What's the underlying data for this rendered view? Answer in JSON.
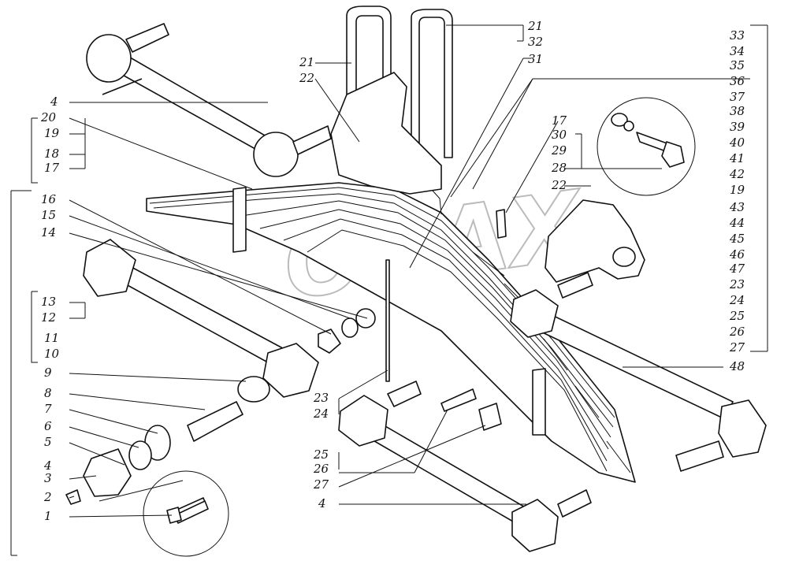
{
  "watermark": "ORAX",
  "callouts": {
    "left_top": [
      "4",
      "20",
      "19",
      "18",
      "17"
    ],
    "left_mid": [
      "16",
      "15",
      "14"
    ],
    "left_group": [
      "13",
      "12",
      "11",
      "10",
      "9",
      "8",
      "7",
      "6",
      "5",
      "4",
      "3",
      "2",
      "1"
    ],
    "center_top": [
      "21",
      "22"
    ],
    "right_top": [
      "21",
      "32",
      "31"
    ],
    "center_mid": [
      "17",
      "30",
      "29",
      "28",
      "22"
    ],
    "right_column": [
      "33",
      "34",
      "35",
      "36",
      "37",
      "38",
      "39",
      "40",
      "41",
      "42",
      "19",
      "43",
      "44",
      "45",
      "46",
      "47",
      "23",
      "24",
      "25",
      "26",
      "27"
    ],
    "right_bottom": [
      "48"
    ],
    "center_bottom_a": [
      "23",
      "24"
    ],
    "center_bottom_b": [
      "25",
      "26",
      "27"
    ],
    "center_bottom_c": [
      "4"
    ]
  }
}
